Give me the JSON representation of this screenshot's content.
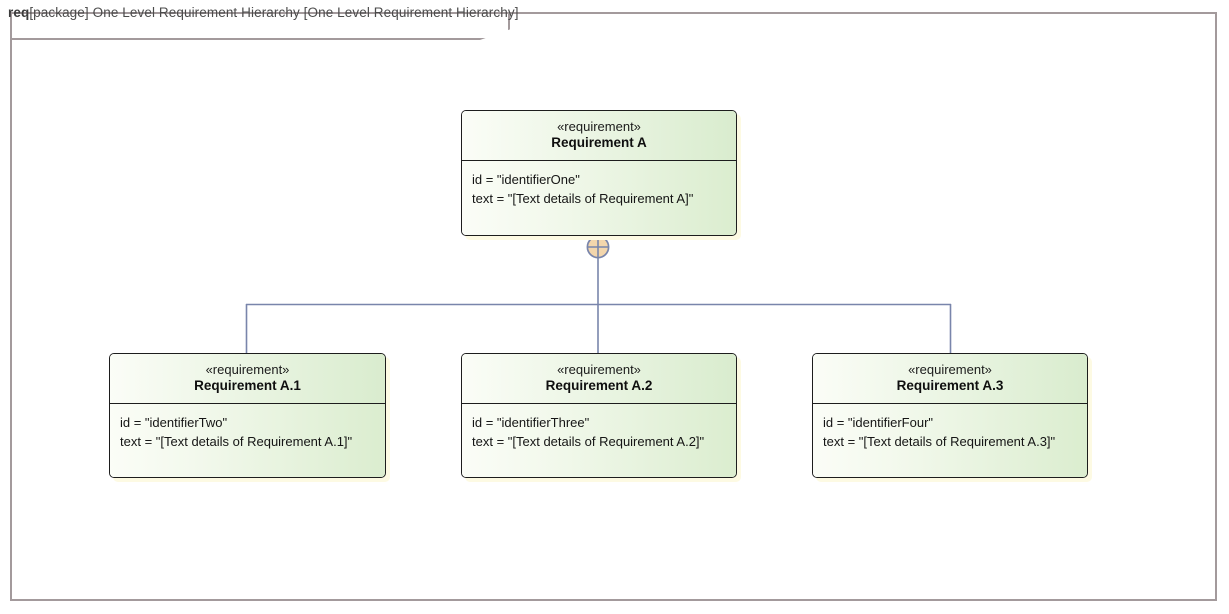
{
  "diagram": {
    "kind_keyword": "req",
    "frame_label": "[package] One Level Requirement Hierarchy [One Level Requirement Hierarchy]",
    "full_header": "req [package] One Level Requirement Hierarchy [One Level Requirement Hierarchy]",
    "diagram_type": "SysML Requirement Diagram",
    "colors": {
      "node_fill_light": "#fbfdf7",
      "node_fill_green": "#dcedd0",
      "node_border": "#1d1d1d",
      "node_shadow": "#fdfae3",
      "frame_border": "#a39a9c",
      "connector": "#7985ab",
      "containment_fill": "#f3d6ac",
      "containment_border": "#7985ab",
      "canvas": "#ffffff"
    }
  },
  "nodes": {
    "parent": {
      "stereotype": "«requirement»",
      "name": "Requirement A",
      "props": [
        "id = \"identifierOne\"",
        "text = \"[Text details of Requirement A]\""
      ],
      "id_value": "identifierOne",
      "text_value": "[Text details of Requirement A]"
    },
    "children": [
      {
        "stereotype": "«requirement»",
        "name": "Requirement A.1",
        "props": [
          "id = \"identifierTwo\"",
          "text = \"[Text details of Requirement A.1]\""
        ],
        "id_value": "identifierTwo",
        "text_value": "[Text details of Requirement A.1]"
      },
      {
        "stereotype": "«requirement»",
        "name": "Requirement A.2",
        "props": [
          "id = \"identifierThree\"",
          "text = \"[Text details of Requirement A.2]\""
        ],
        "id_value": "identifierThree",
        "text_value": "[Text details of Requirement A.2]"
      },
      {
        "stereotype": "«requirement»",
        "name": "Requirement A.3",
        "props": [
          "id = \"identifierFour\"",
          "text = \"[Text details of Requirement A.3]\""
        ],
        "id_value": "identifierFour",
        "text_value": "[Text details of Requirement A.3]"
      }
    ]
  },
  "relationships": {
    "type": "containment",
    "symbol": "circle-plus",
    "source": "Requirement A",
    "targets": [
      "Requirement A.1",
      "Requirement A.2",
      "Requirement A.3"
    ]
  }
}
